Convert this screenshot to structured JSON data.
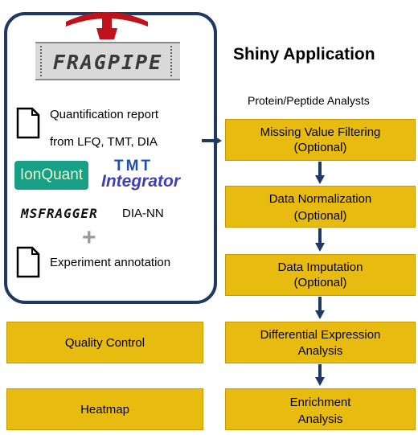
{
  "title": "Shiny Application",
  "subtitle": "Protein/Peptide Analysts",
  "left_panel": {
    "logo_text": "FRAGPIPE",
    "report_line1": "Quantification report",
    "report_line2": "from LFQ, TMT, DIA",
    "ionquant": "IonQuant",
    "tmt_top": "TMT",
    "tmt_bottom": "Integrator",
    "msfragger": "MSFRAGGER",
    "dia_nn": "DIA-NN",
    "plus": "+",
    "annotation": "Experiment annotation"
  },
  "pipeline": [
    {
      "line1": "Missing Value Filtering",
      "line2": "(Optional)"
    },
    {
      "line1": "Data Normalization",
      "line2": "(Optional)"
    },
    {
      "line1": "Data Imputation",
      "line2": "(Optional)"
    },
    {
      "line1": "Differential Expression",
      "line2": "Analysis"
    },
    {
      "line1": "Enrichment",
      "line2": "Analysis"
    }
  ],
  "side_boxes": {
    "quality_control": "Quality Control",
    "heatmap": "Heatmap"
  },
  "colors": {
    "gold": "#e8bb10",
    "navy": "#1f3864",
    "valve_red": "#c0121b",
    "ionquant_green": "#17a085",
    "tmt_blue": "#1f4fb4"
  }
}
